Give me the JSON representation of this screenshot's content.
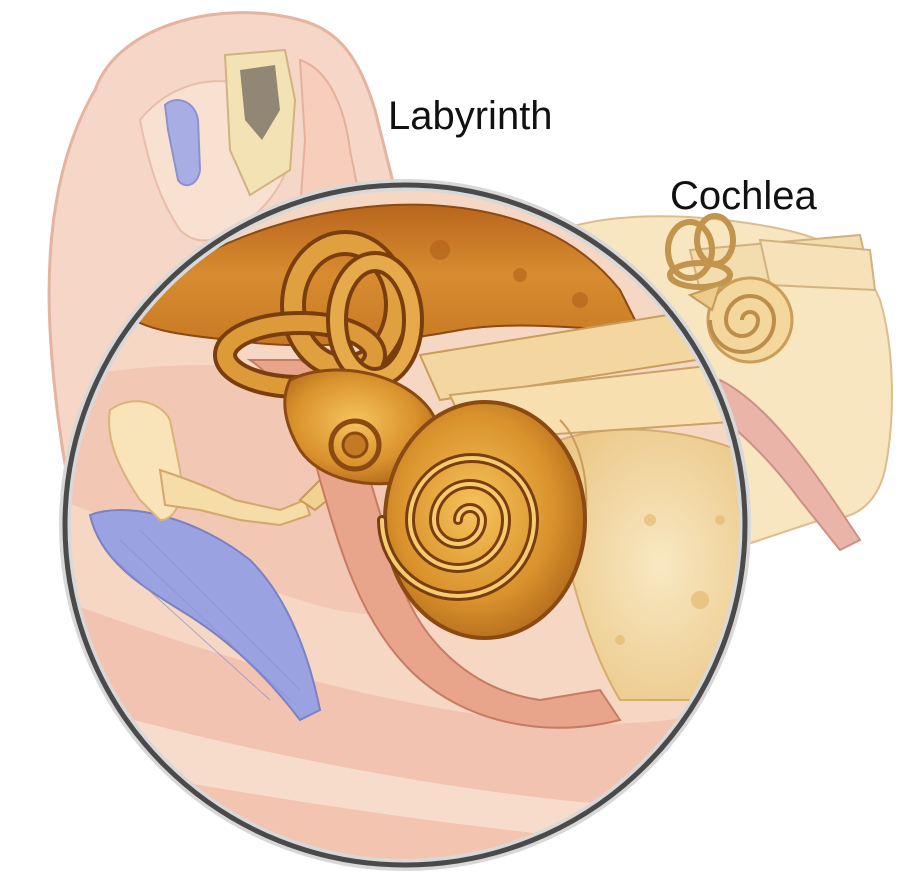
{
  "labels": {
    "labyrinth": "Labyrinth",
    "cochlea": "Cochlea"
  },
  "colors": {
    "background": "#ffffff",
    "skin": "#f3c9b4",
    "skin_light": "#f8e0d2",
    "bone": "#f2d9a0",
    "bone_light": "#f8e8c2",
    "inner_ear": "#d08a2a",
    "inner_ear_dark": "#8a4a12",
    "inner_ear_light": "#f0b850",
    "canal_blue": "#8a90d8",
    "magnifier_rim": "#4a4a4a",
    "label_text": "#111111"
  },
  "icons": [
    "ear-outer-illustration",
    "magnifier-circle",
    "semicircular-canals",
    "cochlea-spiral",
    "ossicles",
    "eardrum"
  ]
}
